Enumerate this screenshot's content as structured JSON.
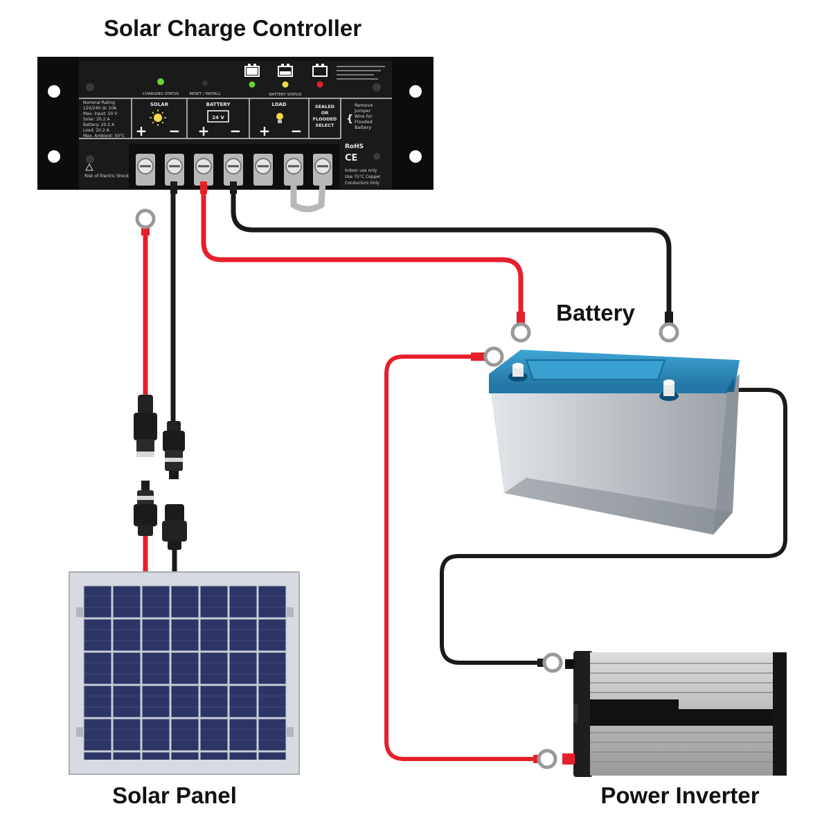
{
  "labels": {
    "controller": "Solar Charge Controller",
    "battery": "Battery",
    "panel": "Solar Panel",
    "inverter": "Power Inverter"
  },
  "controller": {
    "sections": {
      "solar": "SOLAR",
      "battery": "BATTERY",
      "load": "LOAD",
      "sealed_1": "SEALED",
      "sealed_2": "OR",
      "sealed_3": "FLOODED",
      "sealed_4": "SELECT"
    },
    "voltage_badge": "24 V",
    "plus": "+",
    "minus": "−",
    "jumper_note": [
      "Remove",
      "Jumper",
      "Wire for",
      "Flooded",
      "Battery"
    ],
    "rohs": "RoHS",
    "ce": "CE",
    "install_note": [
      "Indoor use only",
      "Use 75°C Copper",
      "Conductors Only"
    ],
    "status_left": "CHARGING STATUS",
    "status_mid": "RESET / INSTALL",
    "battery_status": "BATTERY STATUS",
    "rating_lines": [
      "Nominal Rating",
      "12V/24V dc 10A",
      "Max. Input: 50 V",
      "Solar: 20.2 A",
      "Battery: 20.2 A",
      "Load: 20.2 A",
      "Max. Ambient: 50°C"
    ],
    "warning": "Risk of Electric Shock"
  },
  "colors": {
    "red_wire": "#e5202b",
    "black_wire": "#1a1a1a",
    "controller_body": "#121212",
    "battery_lid": "#2c8dc0",
    "battery_case": "#c9ced4",
    "panel_cell": "#2c3260",
    "inverter_shell": "#b9b9b9"
  }
}
